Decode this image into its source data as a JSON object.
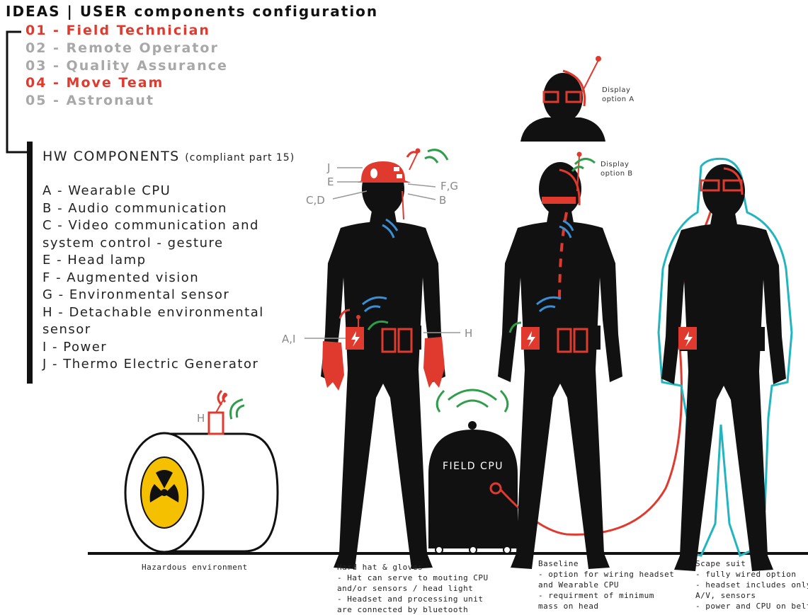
{
  "title": "IDEAS | USER components configuration",
  "configurations": [
    {
      "label": "01 - Field Technician",
      "color": "#e03a2f"
    },
    {
      "label": "02 - Remote Operator",
      "color": "#a8a8a8"
    },
    {
      "label": "03 - Quality Assurance",
      "color": "#a8a8a8"
    },
    {
      "label": "04 - Move Team",
      "color": "#e03a2f"
    },
    {
      "label": "05 - Astronaut",
      "color": "#a8a8a8"
    }
  ],
  "hw": {
    "title": "HW COMPONENTS",
    "subtitle": "(compliant part 15)",
    "items": [
      "A - Wearable CPU",
      "B - Audio communication",
      "C - Video communication and system control - gesture",
      "E - Head lamp",
      "F - Augmented vision",
      "G - Environmental sensor",
      "H - Detachable environmental sensor",
      "I - Power",
      "J - Thermo Electric Generator"
    ]
  },
  "labels": {
    "j": "J",
    "e": "E",
    "cd": "C,D",
    "fg": "F,G",
    "b": "B",
    "ai": "A,I",
    "h_belt": "H",
    "h_env": "H",
    "field_cpu": "FIELD CPU",
    "display_a_1": "Display",
    "display_a_2": "option A",
    "display_b_1": "Display",
    "display_b_2": "option B"
  },
  "captions": {
    "hazard": "Hazardous environment",
    "hardhat": "Hard hat & gloves\n- Hat can serve to mouting CPU\nand/or sensors / head light\n- Headset and processing unit\nare connected by bluetooth",
    "baseline": "Baseline\n- option for wiring headset\nand Wearable CPU\n- requirment of minimum\nmass on head",
    "scape": "Scape suit\n- fully wired option\n- headset includes only\nA/V, sensors\n- power and CPU on belt"
  },
  "colors": {
    "accent": "#e03a2f",
    "muted": "#a8a8a8",
    "wireless_green": "#2e9e4a",
    "wireless_blue": "#3a8fd6",
    "suit_outline": "#22b5c0",
    "hazard_yellow": "#f5c000",
    "figure": "#111111"
  },
  "icons": [
    "radiation-icon",
    "lightning-icon"
  ]
}
